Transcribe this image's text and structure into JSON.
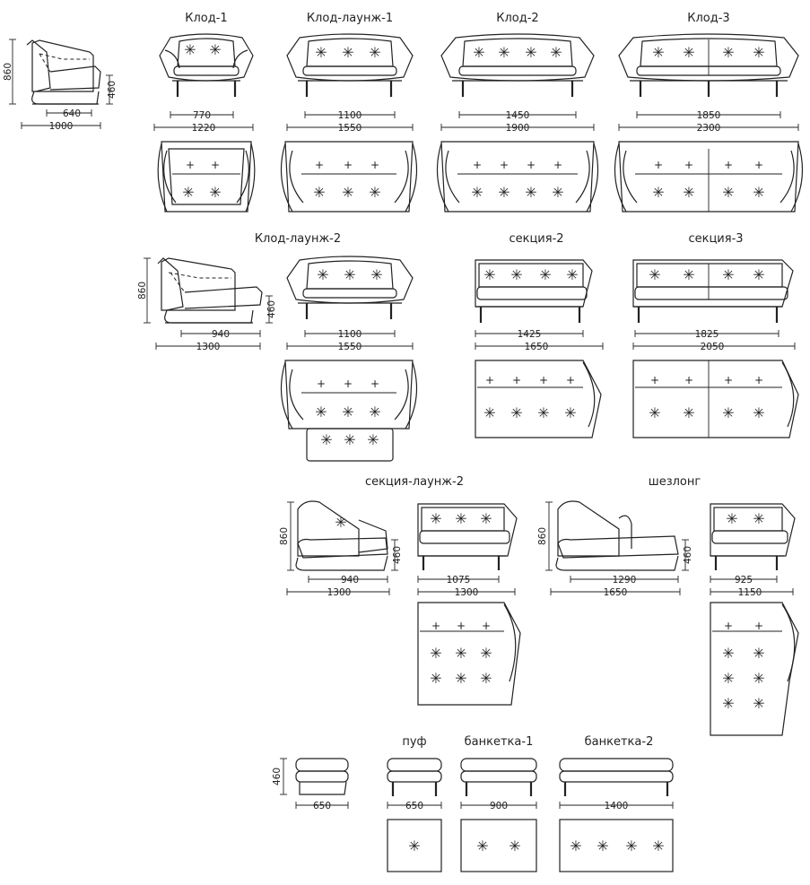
{
  "titles": {
    "klod1": "Клод-1",
    "klod_lounge1": "Клод-лаунж-1",
    "klod2": "Клод-2",
    "klod3": "Клод-3",
    "klod_lounge2": "Клод-лаунж-2",
    "section2": "секция-2",
    "section3": "секция-3",
    "section_lounge2": "секция-лаунж-2",
    "chaise": "шезлонг",
    "pouf": "пуф",
    "bench1": "банкетка-1",
    "bench2": "банкетка-2"
  },
  "dims": {
    "side1": {
      "h": "860",
      "seat": "460",
      "depth_seat": "640",
      "depth": "1000"
    },
    "klod1": {
      "inner": "770",
      "outer": "1220"
    },
    "klod_lounge1": {
      "inner": "1100",
      "outer": "1550"
    },
    "klod2": {
      "inner": "1450",
      "outer": "1900"
    },
    "klod3": {
      "inner": "1850",
      "outer": "2300"
    },
    "side2": {
      "h": "860",
      "seat": "460",
      "depth_seat": "940",
      "depth": "1300"
    },
    "klod_lounge2": {
      "inner": "1100",
      "outer": "1550"
    },
    "section2": {
      "inner": "1425",
      "outer": "1650"
    },
    "section3": {
      "inner": "1825",
      "outer": "2050"
    },
    "side3": {
      "h": "860",
      "seat": "460",
      "depth_seat": "940",
      "depth": "1300"
    },
    "section_lounge2": {
      "inner": "1075",
      "outer": "1300"
    },
    "side4": {
      "h": "860",
      "seat": "460",
      "depth_seat": "1290",
      "depth": "1650"
    },
    "chaise": {
      "inner": "925",
      "outer": "1150"
    },
    "side5": {
      "seat": "460",
      "depth": "650"
    },
    "pouf": {
      "w": "650"
    },
    "bench1": {
      "w": "900"
    },
    "bench2": {
      "w": "1400"
    }
  }
}
